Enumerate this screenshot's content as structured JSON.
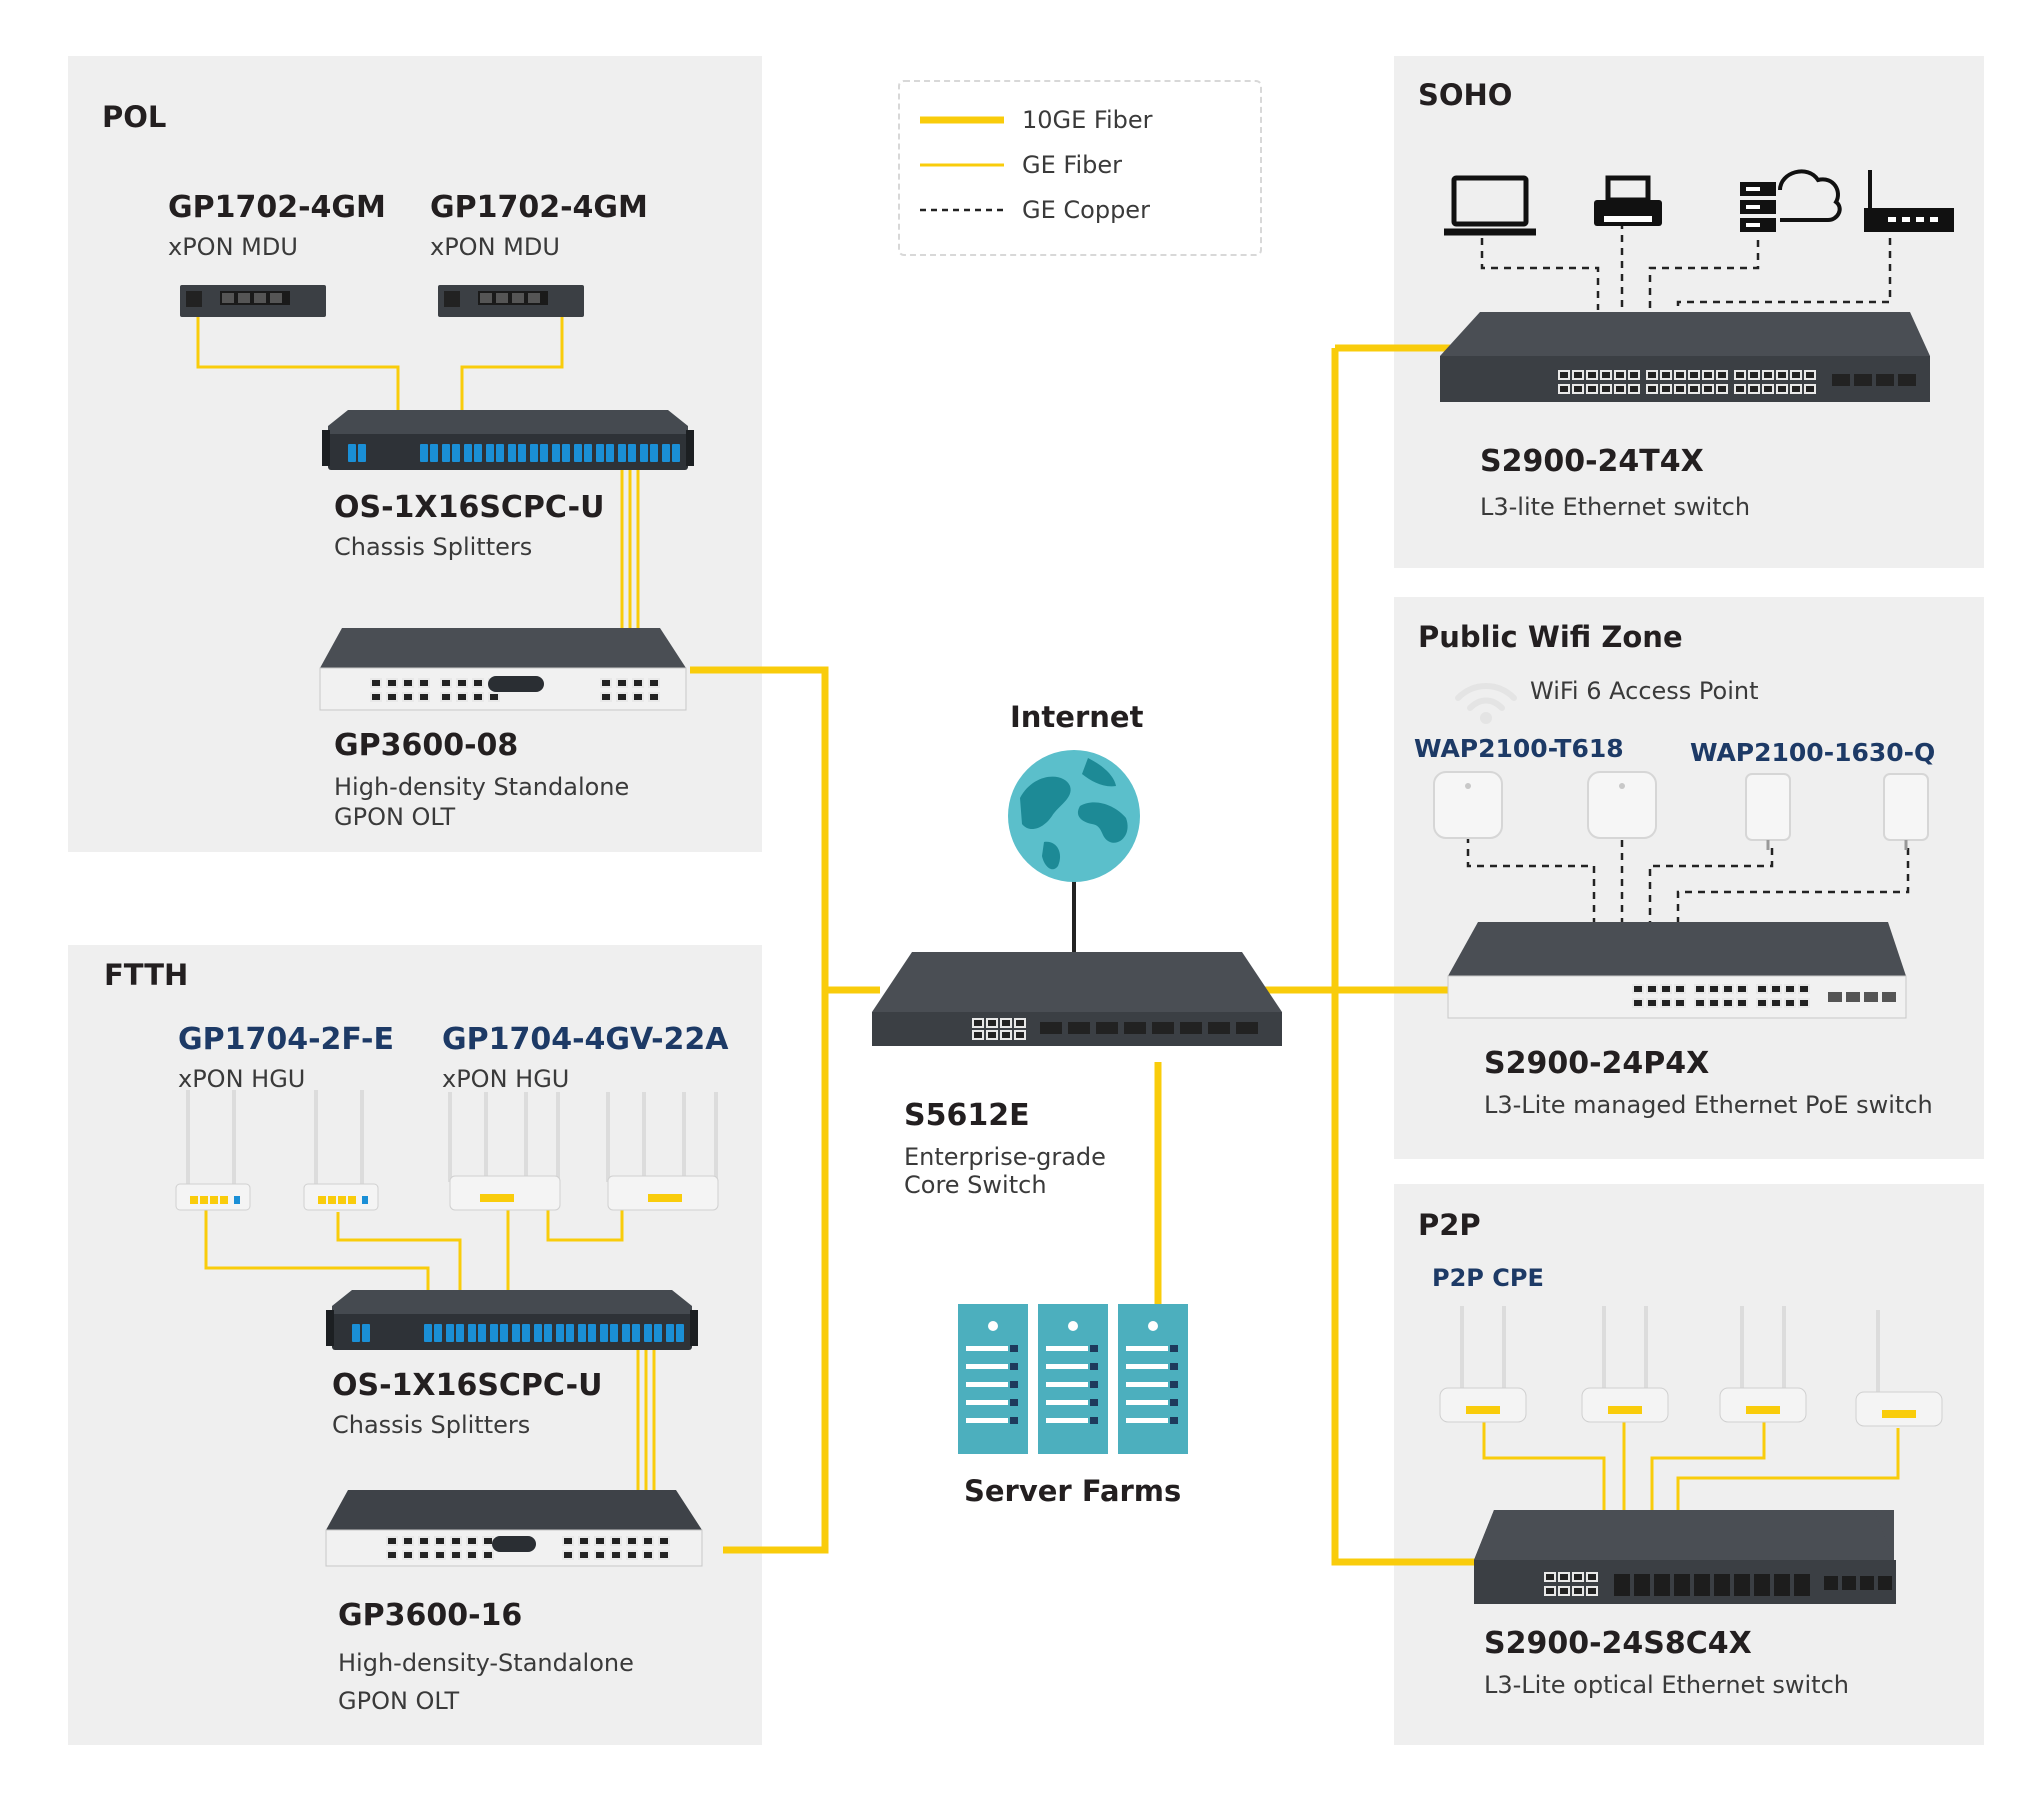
{
  "legend": {
    "items": [
      {
        "label": "10GE Fiber"
      },
      {
        "label": "GE Fiber"
      },
      {
        "label": "GE Copper"
      }
    ]
  },
  "colors": {
    "fiber": "#f9cc0b",
    "copper": "#222222",
    "panel": "#efefef",
    "device": "#3b3f44",
    "globe": "#5bbfcb",
    "server": "#4cafbe"
  },
  "pol": {
    "title": "POL",
    "mdu1": {
      "model": "GP1702-4GM",
      "desc": "xPON MDU"
    },
    "mdu2": {
      "model": "GP1702-4GM",
      "desc": "xPON MDU"
    },
    "splitter": {
      "model": "OS-1X16SCPC-U",
      "desc": "Chassis  Splitters"
    },
    "olt": {
      "model": "GP3600-08",
      "desc1": "High-density Standalone",
      "desc2": "GPON OLT"
    }
  },
  "ftth": {
    "title": "FTTH",
    "hgu1": {
      "model": "GP1704-2F-E",
      "desc": "xPON HGU"
    },
    "hgu2": {
      "model": "GP1704-4GV-22A",
      "desc": "xPON HGU"
    },
    "splitter": {
      "model": "OS-1X16SCPC-U",
      "desc": "Chassis  Splitters"
    },
    "olt": {
      "model": "GP3600-16",
      "desc1": "High-density-Standalone",
      "desc2": "GPON OLT"
    }
  },
  "core": {
    "internet": "Internet",
    "switch": {
      "model": "S5612E",
      "desc1": "Enterprise-grade",
      "desc2": "Core Switch"
    },
    "servers": "Server Farms"
  },
  "soho": {
    "title": "SOHO",
    "switch": {
      "model": "S2900-24T4X",
      "desc": "L3-lite Ethernet  switch"
    },
    "icons": [
      "laptop-icon",
      "printer-icon",
      "server-cloud-icon",
      "router-icon"
    ]
  },
  "wifi": {
    "title": "Public Wifi Zone",
    "ap_label": "WiFi 6 Access Point",
    "ap1": "WAP2100-T618",
    "ap2": "WAP2100-1630-Q",
    "switch": {
      "model": "S2900-24P4X",
      "desc": "L3-Lite managed Ethernet PoE switch"
    }
  },
  "p2p": {
    "title": "P2P",
    "cpe": "P2P CPE",
    "switch": {
      "model": "S2900-24S8C4X",
      "desc": "L3-Lite  optical Ethernet switch"
    }
  }
}
